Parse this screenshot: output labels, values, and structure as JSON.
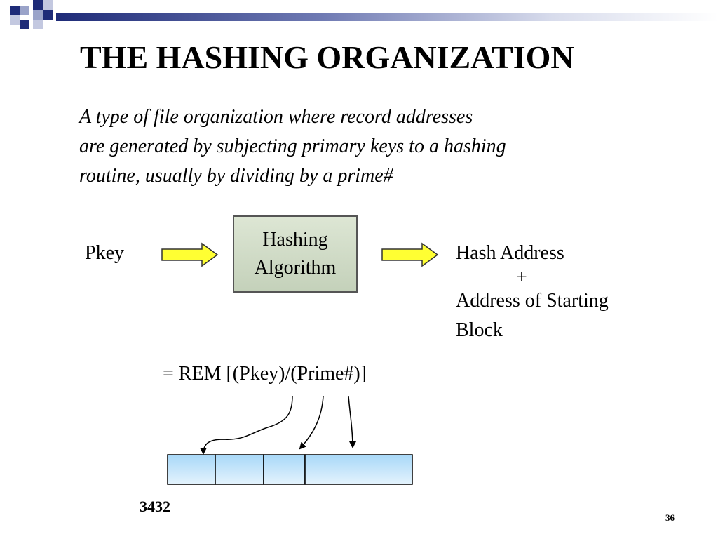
{
  "slide": {
    "title": "THE HASHING ORGANIZATION",
    "description_lines": [
      "A type of file organization where record addresses",
      "are generated by subjecting primary keys to a hashing",
      "routine, usually by dividing by a prime#"
    ],
    "slide_number": "36"
  },
  "diagram": {
    "input_label": "Pkey",
    "algorithm_box": {
      "line1": "Hashing",
      "line2": "Algorithm"
    },
    "output": {
      "line1": "Hash Address",
      "plus": "+",
      "line2": "Address of Starting",
      "line3": "Block"
    },
    "formula": "= REM [(Pkey)/(Prime#)]",
    "block_label": "3432",
    "storage_cells": 4
  },
  "colors": {
    "arrow_fill": "#ffff33",
    "box_fill": "#c9d5bf",
    "cell_fill_top": "#a8d8f8",
    "cell_fill_bottom": "#e4f3fd",
    "deco_navy": "#1e2b78"
  }
}
